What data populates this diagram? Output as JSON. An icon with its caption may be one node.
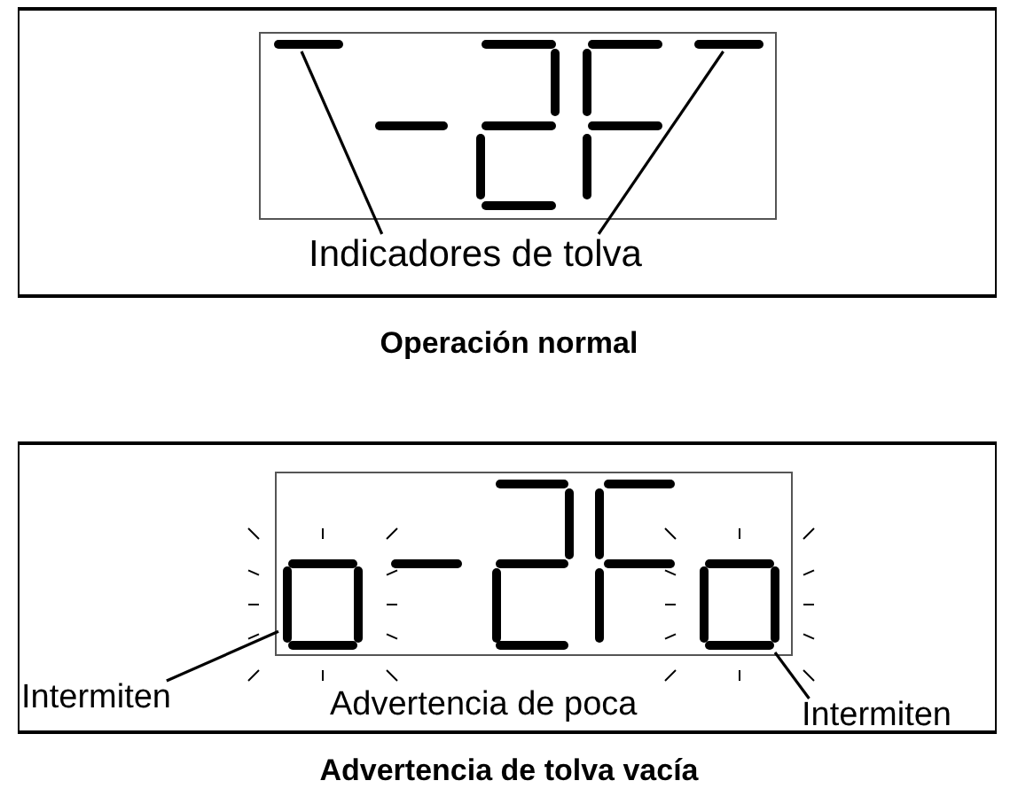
{
  "diagram": {
    "nodes": [
      {
        "text": [],
        "shape": "bar"
      },
      {
        "text": [],
        "shape": "bar"
      },
      {
        "text": [
          "Indicadores de tolva"
        ]
      },
      {
        "text": [],
        "shape": "box"
      },
      {
        "text": [
          "Intermiten"
        ]
      },
      {
        "text": [],
        "shape": "box"
      },
      {
        "text": [
          "Intermiten"
        ]
      }
    ],
    "edges": [
      {
        "from": 2,
        "to": 0,
        "arrow": "none"
      },
      {
        "from": 2,
        "to": 1,
        "arrow": "none"
      },
      {
        "from": 4,
        "to": 3,
        "arrow": "none"
      },
      {
        "from": 6,
        "to": 5,
        "arrow": "none"
      }
    ],
    "labels": [
      "Operación normal",
      "Advertencia de poca",
      "Advertencia de tolva vacía"
    ]
  }
}
